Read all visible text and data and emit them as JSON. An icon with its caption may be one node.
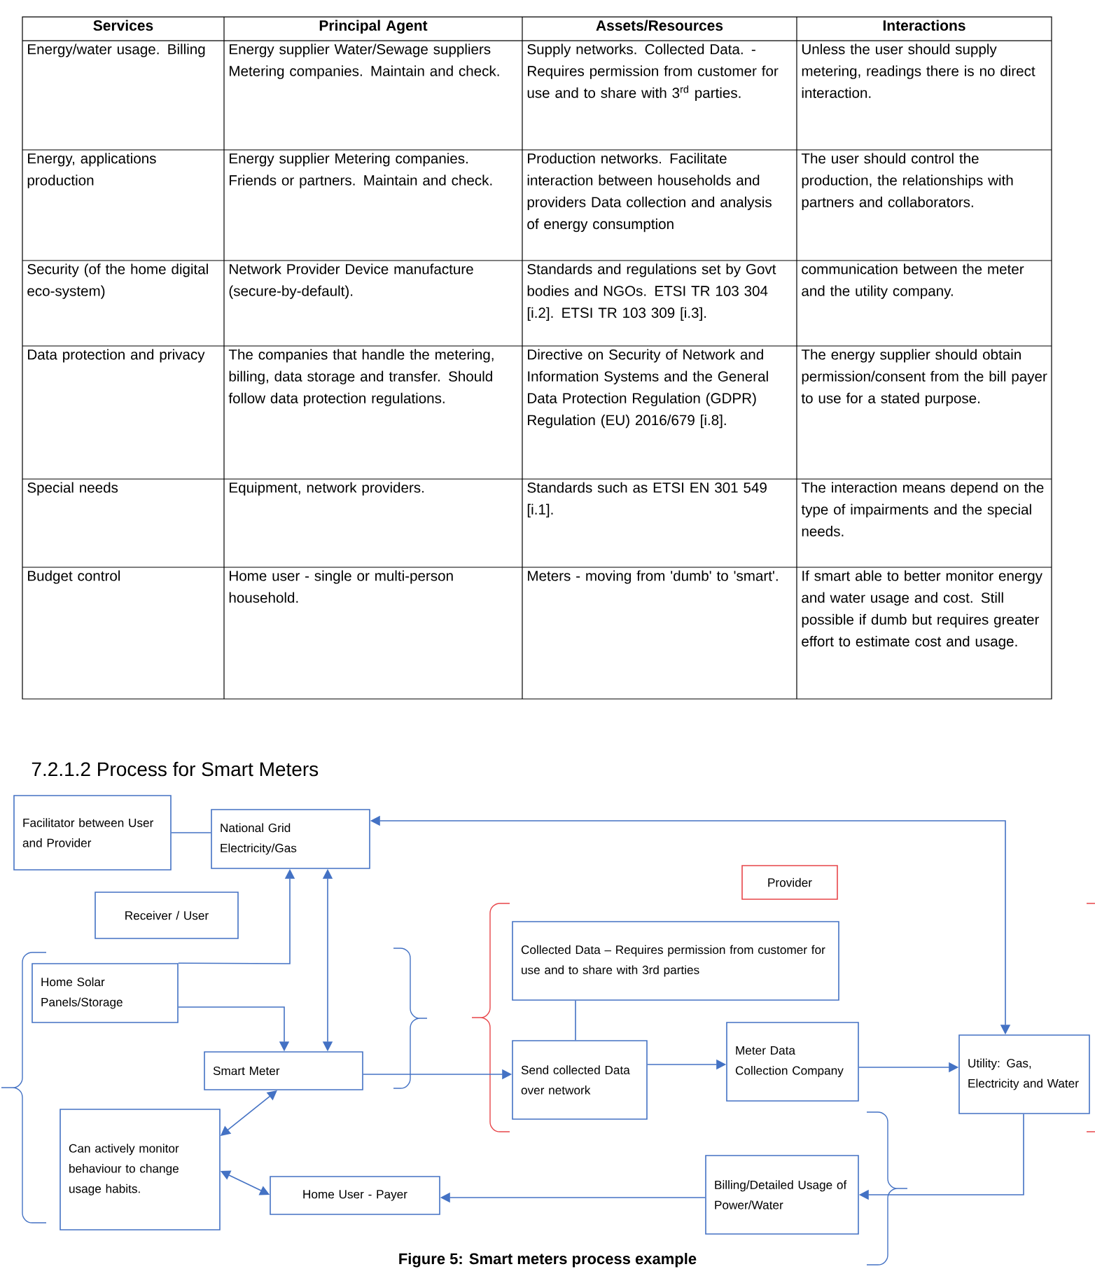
{
  "diagram": {
    "title": "7.2.1.2 Process for Smart Meters",
    "caption": "Figure 5: Smart meters process example",
    "nodes": [
      {
        "text": [
          "Facilitator between User and Provider"
        ]
      },
      {
        "text": [
          "National Grid Electricity/Gas"
        ]
      },
      {
        "text": [
          "Receiver / User"
        ]
      },
      {
        "text": [
          "Provider"
        ]
      },
      {
        "text": [
          "Home Solar Panels/Storage"
        ]
      },
      {
        "text": [
          "Collected Data – Requires permission from customer for use and to share with 3rd parties"
        ]
      },
      {
        "text": [
          "Smart Meter"
        ]
      },
      {
        "text": [
          "Send collected Data over network"
        ]
      },
      {
        "text": [
          "Meter Data Collection Company"
        ]
      },
      {
        "text": [
          "Utility: Gas, Electricity and Water"
        ]
      },
      {
        "text": [
          "Can actively monitor behaviour to change usage habits."
        ]
      },
      {
        "text": [
          "Home User - Payer"
        ]
      },
      {
        "text": [
          "Billing/Detailed Usage of Power/Water"
        ]
      }
    ],
    "edges": [
      {
        "from": 0,
        "to": 1,
        "arrow": "none"
      },
      {
        "from": 9,
        "to": 1,
        "arrow": "both"
      },
      {
        "from": 4,
        "to": 1,
        "arrow": "to"
      },
      {
        "from": 6,
        "to": 1,
        "arrow": "both"
      },
      {
        "from": 4,
        "to": 6,
        "arrow": "to"
      },
      {
        "from": 6,
        "to": 7,
        "arrow": "to"
      },
      {
        "from": 5,
        "to": 7,
        "arrow": "none"
      },
      {
        "from": 7,
        "to": 8,
        "arrow": "to"
      },
      {
        "from": 8,
        "to": 9,
        "arrow": "to"
      },
      {
        "from": 9,
        "to": 12,
        "arrow": "to"
      },
      {
        "from": 12,
        "to": 11,
        "arrow": "to"
      },
      {
        "from": 6,
        "to": 10,
        "arrow": "both"
      },
      {
        "from": 10,
        "to": 11,
        "arrow": "both"
      }
    ],
    "labels": [
      "Services",
      "Principal Agent",
      "Assets/Resources",
      "Interactions",
      "Energy/water usage. Billing",
      "Energy supplier Water/Sewage suppliers Metering companies. Maintain and check.",
      "Supply networks. Collected Data. - Requires permission from customer for use and to share with 3$^{rd}$ parties.",
      "Unless the user should supply metering, readings there is no direct interaction.",
      "Energy, applications production",
      "Energy supplier Metering companies. Friends or partners. Maintain and check.",
      "Production networks. Facilitate interaction between households and providers Data collection and analysis of energy consumption",
      "The user should control the production, the relationships with partners and collaborators.",
      "Security (of the home digital eco-system)",
      "Network Provider Device manufacture (secure-by-default).",
      "Standards and regulations set by Govt bodies and NGOs. ETSI TR 103 304 [i.2]. ETSI TR 103 309 [i.3].",
      "communication between the meter and the utility company.",
      "Data protection and privacy",
      "The companies that handle the metering, billing, data storage and transfer. Should follow data protection regulations.",
      "Directive on Security of Network and Information Systems and the General Data Protection Regulation (GDPR) Regulation (EU) 2016/679 [i.8].",
      "The energy supplier should obtain permission/consent from the bill payer to use for a stated purpose.",
      "Special needs",
      "Equipment, network providers.",
      "Standards such as ETSI EN 301 549 [i.1].",
      "The interaction means depend on the type of impairments and the special needs.",
      "Budget control",
      "Home user - single or multi-person household.",
      "Meters - moving from 'dumb' to 'smart'.",
      "If smart able to better monitor energy and water usage and cost. Still possible if dumb but requires greater effort to estimate cost and usage."
    ]
  }
}
